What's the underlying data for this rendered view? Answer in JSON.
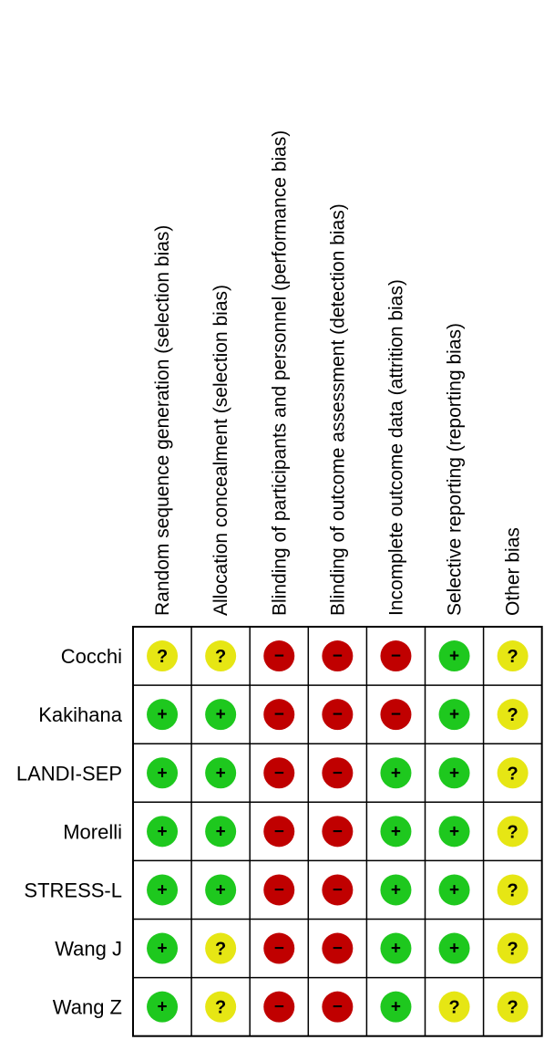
{
  "chart_data": {
    "type": "table",
    "columns": [
      "Random sequence generation (selection bias)",
      "Allocation concealment (selection bias)",
      "Blinding of participants and personnel (performance bias)",
      "Blinding of outcome assessment (detection bias)",
      "Incomplete outcome data (attrition bias)",
      "Selective reporting (reporting bias)",
      "Other bias"
    ],
    "rows": [
      "Cocchi",
      "Kakihana",
      "LANDI-SEP",
      "Morelli",
      "STRESS-L",
      "Wang J",
      "Wang Z"
    ],
    "values": [
      [
        "unclear",
        "unclear",
        "high",
        "high",
        "high",
        "low",
        "unclear"
      ],
      [
        "low",
        "low",
        "high",
        "high",
        "high",
        "low",
        "unclear"
      ],
      [
        "low",
        "low",
        "high",
        "high",
        "low",
        "low",
        "unclear"
      ],
      [
        "low",
        "low",
        "high",
        "high",
        "low",
        "low",
        "unclear"
      ],
      [
        "low",
        "low",
        "high",
        "high",
        "low",
        "low",
        "unclear"
      ],
      [
        "low",
        "unclear",
        "high",
        "high",
        "low",
        "low",
        "unclear"
      ],
      [
        "low",
        "unclear",
        "high",
        "high",
        "low",
        "unclear",
        "unclear"
      ]
    ],
    "symbols": {
      "low": "+",
      "high": "−",
      "unclear": "?"
    },
    "colors": {
      "low": "#1ec81e",
      "high": "#c00000",
      "unclear": "#e6e614"
    }
  }
}
